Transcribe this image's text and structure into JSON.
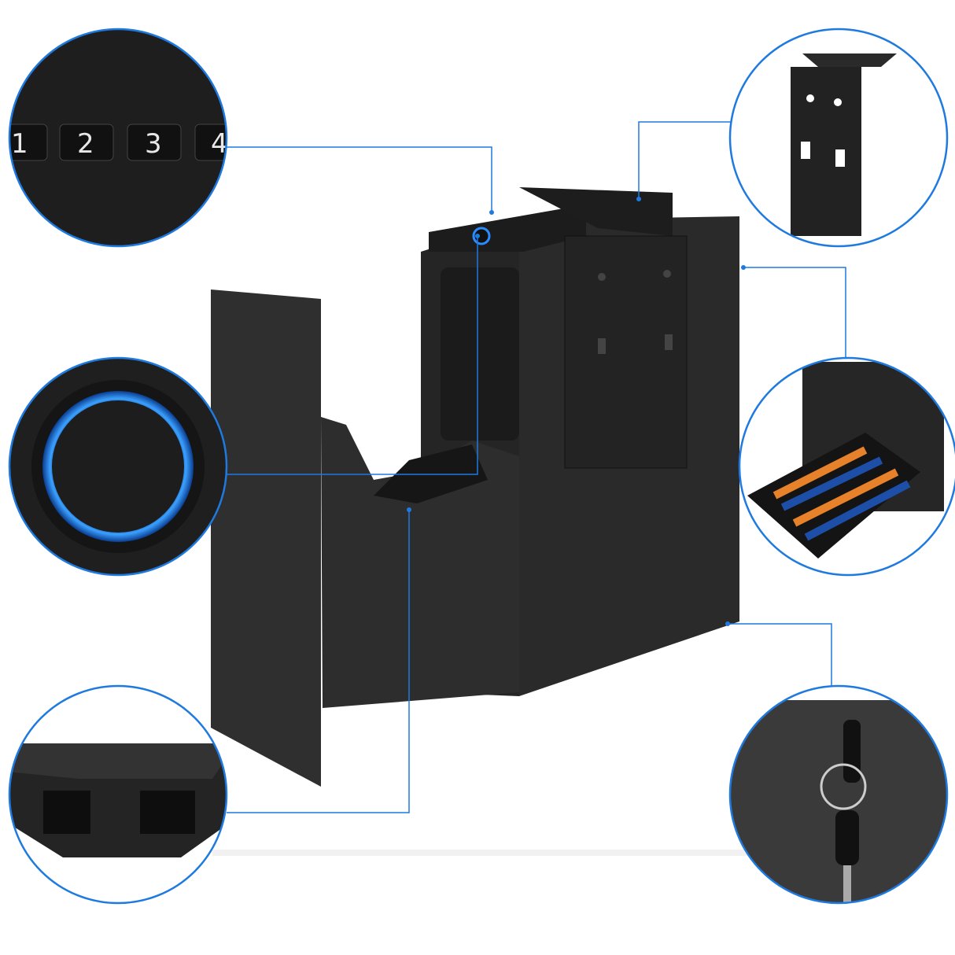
{
  "keypad": {
    "keys": [
      "1",
      "2",
      "3",
      "4"
    ]
  },
  "colors": {
    "accent": "#1f7ae0",
    "ring": "#2a8cff",
    "metal": "#2b2b2b",
    "metal_dark": "#1a1a1a",
    "battery_blue": "#1e4fa8",
    "battery_orange": "#e8822a"
  },
  "callouts": [
    {
      "icon": "keypad-closeup"
    },
    {
      "icon": "fingerprint-sensor-closeup"
    },
    {
      "icon": "mounting-bracket-closeup"
    },
    {
      "icon": "battery-compartment-closeup"
    },
    {
      "icon": "backup-keys-closeup"
    },
    {
      "icon": "base-cutout-closeup"
    }
  ]
}
